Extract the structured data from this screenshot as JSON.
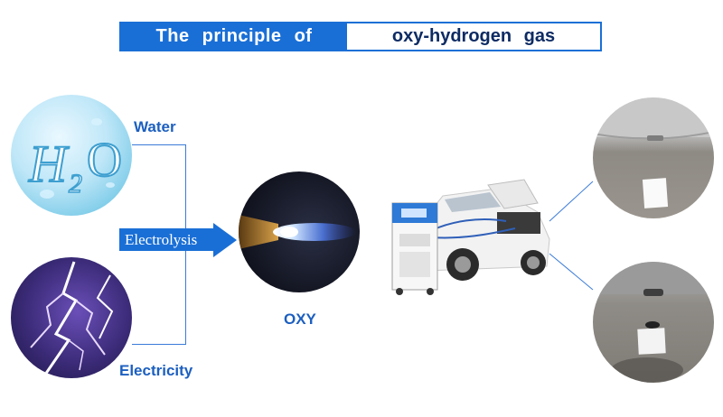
{
  "banner": {
    "left_text": "The principle of",
    "right_text": "oxy-hydrogen gas"
  },
  "labels": {
    "water": "Water",
    "electricity": "Electricity",
    "electrolysis": "Electrolysis",
    "oxy": "OXY"
  },
  "water_image_text": "H2O",
  "colors": {
    "accent": "#1a6fd6",
    "label_text": "#1c5fc0",
    "banner_right_text": "#0d2b63"
  }
}
